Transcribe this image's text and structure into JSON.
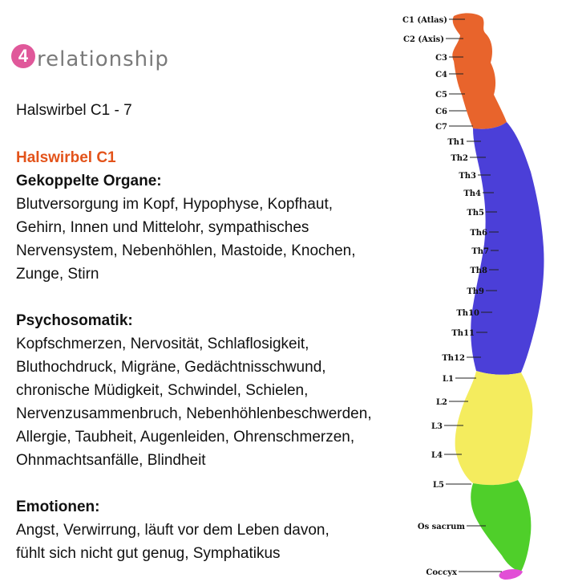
{
  "logo": {
    "mark": "4",
    "text": "relationship"
  },
  "subtitle": "Halswirbel C1 - 7",
  "section_title": "Halswirbel C1",
  "organs": {
    "heading": "Gekoppelte Organe:",
    "lines": [
      "Blutversorgung im Kopf, Hypophyse, Kopfhaut,",
      "Gehirn, Innen und Mittelohr, sympathisches",
      "Nervensystem, Nebenhöhlen, Mastoide, Knochen,",
      "Zunge, Stirn"
    ]
  },
  "psychosomatik": {
    "heading": "Psychosomatik:",
    "lines": [
      "Kopfschmerzen,  Nervosität, Schlaflosigkeit,",
      "Bluthochdruck, Migräne, Gedächtnisschwund,",
      "chronische Müdigkeit, Schwindel, Schielen,",
      "Nervenzusammenbruch, Nebenhöhlenbeschwerden,",
      "Allergie, Taubheit, Augenleiden, Ohrenschmerzen,",
      "Ohnmachtsanfälle, Blindheit"
    ]
  },
  "emotionen": {
    "heading": "Emotionen:",
    "lines": [
      "Angst, Verwirrung, läuft vor dem Leben davon,",
      "fühlt sich nicht gut genug, Symphatikus"
    ]
  },
  "spine": {
    "colors": {
      "cervical": "#e8642c",
      "thoracic": "#4b3fd8",
      "lumbar": "#f4ec5e",
      "sacrum": "#4fcf2a",
      "coccyx": "#e24fd6"
    },
    "labels": {
      "c1": "C1 (Atlas)",
      "c2": "C2 (Axis)",
      "c3": "C3",
      "c4": "C4",
      "c5": "C5",
      "c6": "C6",
      "c7": "C7",
      "th1": "Th1",
      "th2": "Th2",
      "th3": "Th3",
      "th4": "Th4",
      "th5": "Th5",
      "th6": "Th6",
      "th7": "Th7",
      "th8": "Th8",
      "th9": "Th9",
      "th10": "Th10",
      "th11": "Th11",
      "th12": "Th12",
      "l1": "L1",
      "l2": "L2",
      "l3": "L3",
      "l4": "L4",
      "l5": "L5",
      "sacrum": "Os sacrum",
      "coccyx": "Coccyx"
    }
  }
}
